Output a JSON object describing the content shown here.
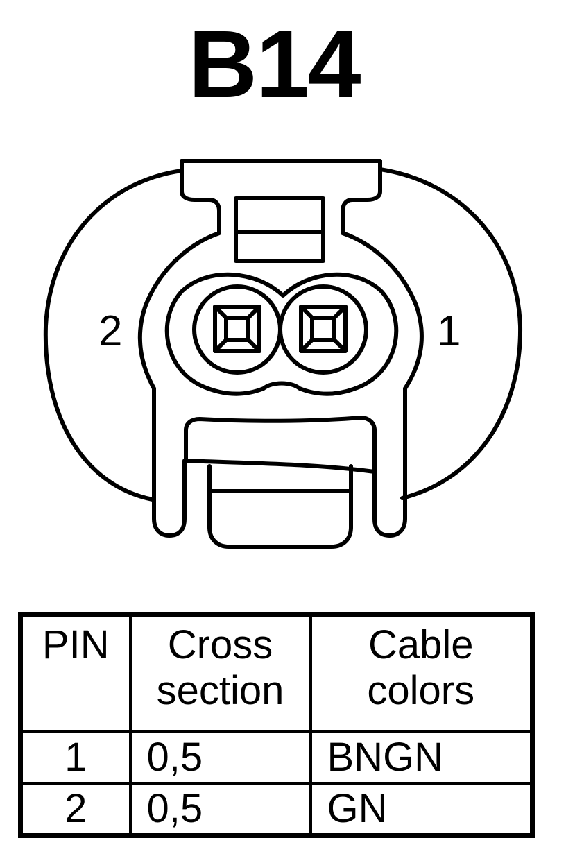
{
  "title": "B14",
  "connector": {
    "pin_labels": [
      "2",
      "1"
    ]
  },
  "table": {
    "headers": {
      "pin": "PIN",
      "cross_section": [
        "Cross",
        "section"
      ],
      "cable_colors": [
        "Cable",
        "colors"
      ]
    },
    "rows": [
      {
        "pin": "1",
        "cross_section": "0,5",
        "cable_color": "BNGN"
      },
      {
        "pin": "2",
        "cross_section": "0,5",
        "cable_color": "GN"
      }
    ]
  }
}
